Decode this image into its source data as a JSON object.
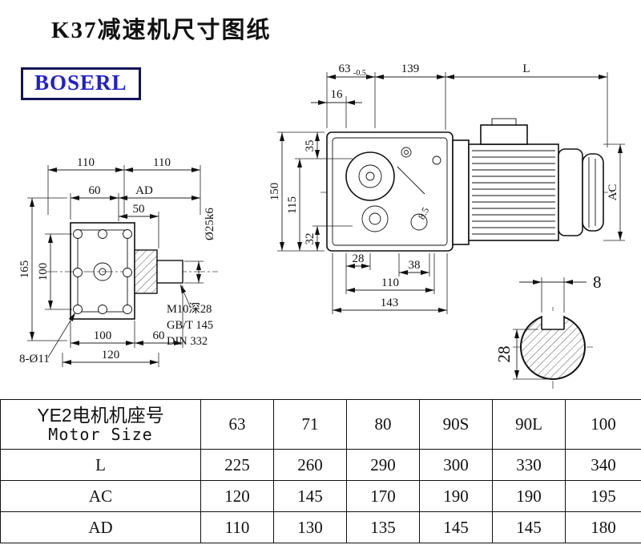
{
  "page": {
    "title": "K37减速机尺寸图纸",
    "logo": "BOSERL",
    "accent_blue": "#2121c8"
  },
  "left_view": {
    "dim_110a": "110",
    "dim_110b": "110",
    "dim_60_top": "60",
    "dim_ad": "AD",
    "dim_50": "50",
    "shaft_dia": "Ø25k6",
    "dim_165": "165",
    "dim_100_v": "100",
    "holes_note": "8-Ø11",
    "dim_100_b": "100",
    "dim_60_b": "60",
    "dim_120": "120",
    "note_m10": "M10深28",
    "note_gbt": "GB/T 145",
    "note_din": "DIN 332"
  },
  "front_view": {
    "dim_63": "63",
    "dim_63_tol": "-0.5",
    "dim_139": "139",
    "dim_L": "L",
    "dim_16": "16",
    "dim_35": "35",
    "dim_150": "150",
    "dim_115": "115",
    "dim_32": "32",
    "dim_28": "28",
    "dim_38": "38",
    "dim_85": "8.5",
    "dim_110": "110",
    "dim_143": "143",
    "dim_ac": "AC"
  },
  "shaft_view": {
    "key_width": "8",
    "key_depth": "28"
  },
  "table": {
    "header": {
      "label_cn": "YE2电机机座号",
      "label_en": "Motor Size",
      "sizes": [
        "63",
        "71",
        "80",
        "90S",
        "90L",
        "100"
      ]
    },
    "rows": [
      {
        "label": "L",
        "values": [
          "225",
          "260",
          "290",
          "300",
          "330",
          "340"
        ]
      },
      {
        "label": "AC",
        "values": [
          "120",
          "145",
          "170",
          "190",
          "190",
          "195"
        ]
      },
      {
        "label": "AD",
        "values": [
          "110",
          "130",
          "135",
          "145",
          "145",
          "180"
        ]
      }
    ]
  }
}
